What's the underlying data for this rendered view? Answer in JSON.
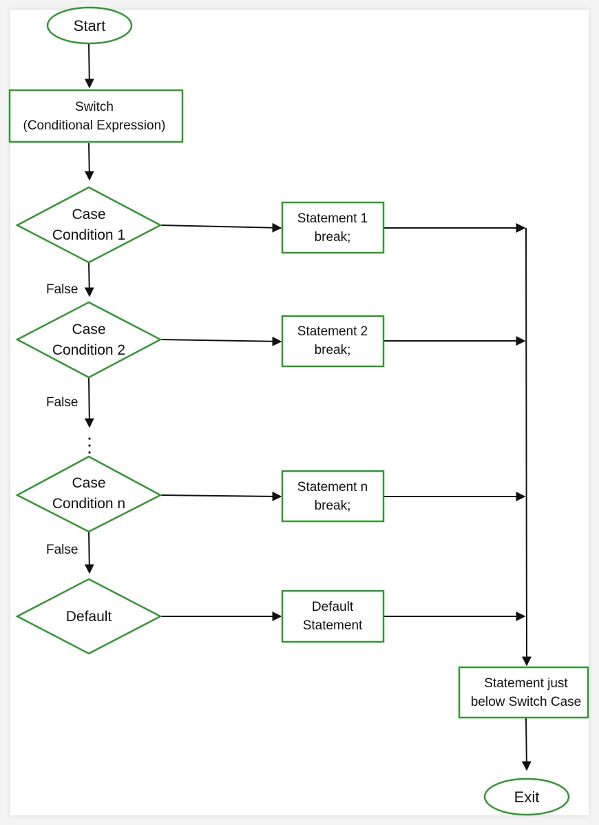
{
  "nodes": {
    "start": "Start",
    "switch_line1": "Switch",
    "switch_line2": "(Conditional Expression)",
    "case1_line1": "Case",
    "case1_line2": "Condition 1",
    "case2_line1": "Case",
    "case2_line2": "Condition 2",
    "casen_line1": "Case",
    "casen_line2": "Condition n",
    "default": "Default",
    "stmt1_line1": "Statement 1",
    "stmt1_line2": "break;",
    "stmt2_line1": "Statement 2",
    "stmt2_line2": "break;",
    "stmtn_line1": "Statement n",
    "stmtn_line2": "break;",
    "default_stmt_line1": "Default",
    "default_stmt_line2": "Statement",
    "below_line1": "Statement just",
    "below_line2": "below Switch Case",
    "exit": "Exit"
  },
  "edge_labels": {
    "false1": "False",
    "false2": "False",
    "false3": "False"
  },
  "colors": {
    "node_border": "#2e9a2e",
    "edge": "#111111"
  }
}
